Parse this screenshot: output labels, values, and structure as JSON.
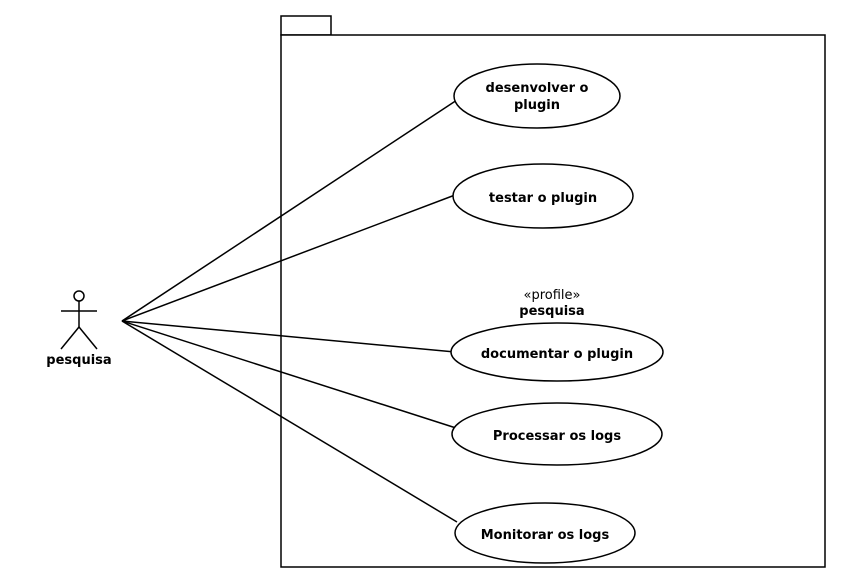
{
  "actor": {
    "name": "pesquisa"
  },
  "package": {
    "stereotype": "«profile»",
    "name": "pesquisa"
  },
  "use_cases": [
    {
      "lines": [
        "desenvolver o",
        "plugin"
      ]
    },
    {
      "lines": [
        "testar o plugin"
      ]
    },
    {
      "lines": [
        "documentar o plugin"
      ]
    },
    {
      "lines": [
        "Processar os logs"
      ]
    },
    {
      "lines": [
        "Monitorar os logs"
      ]
    }
  ]
}
